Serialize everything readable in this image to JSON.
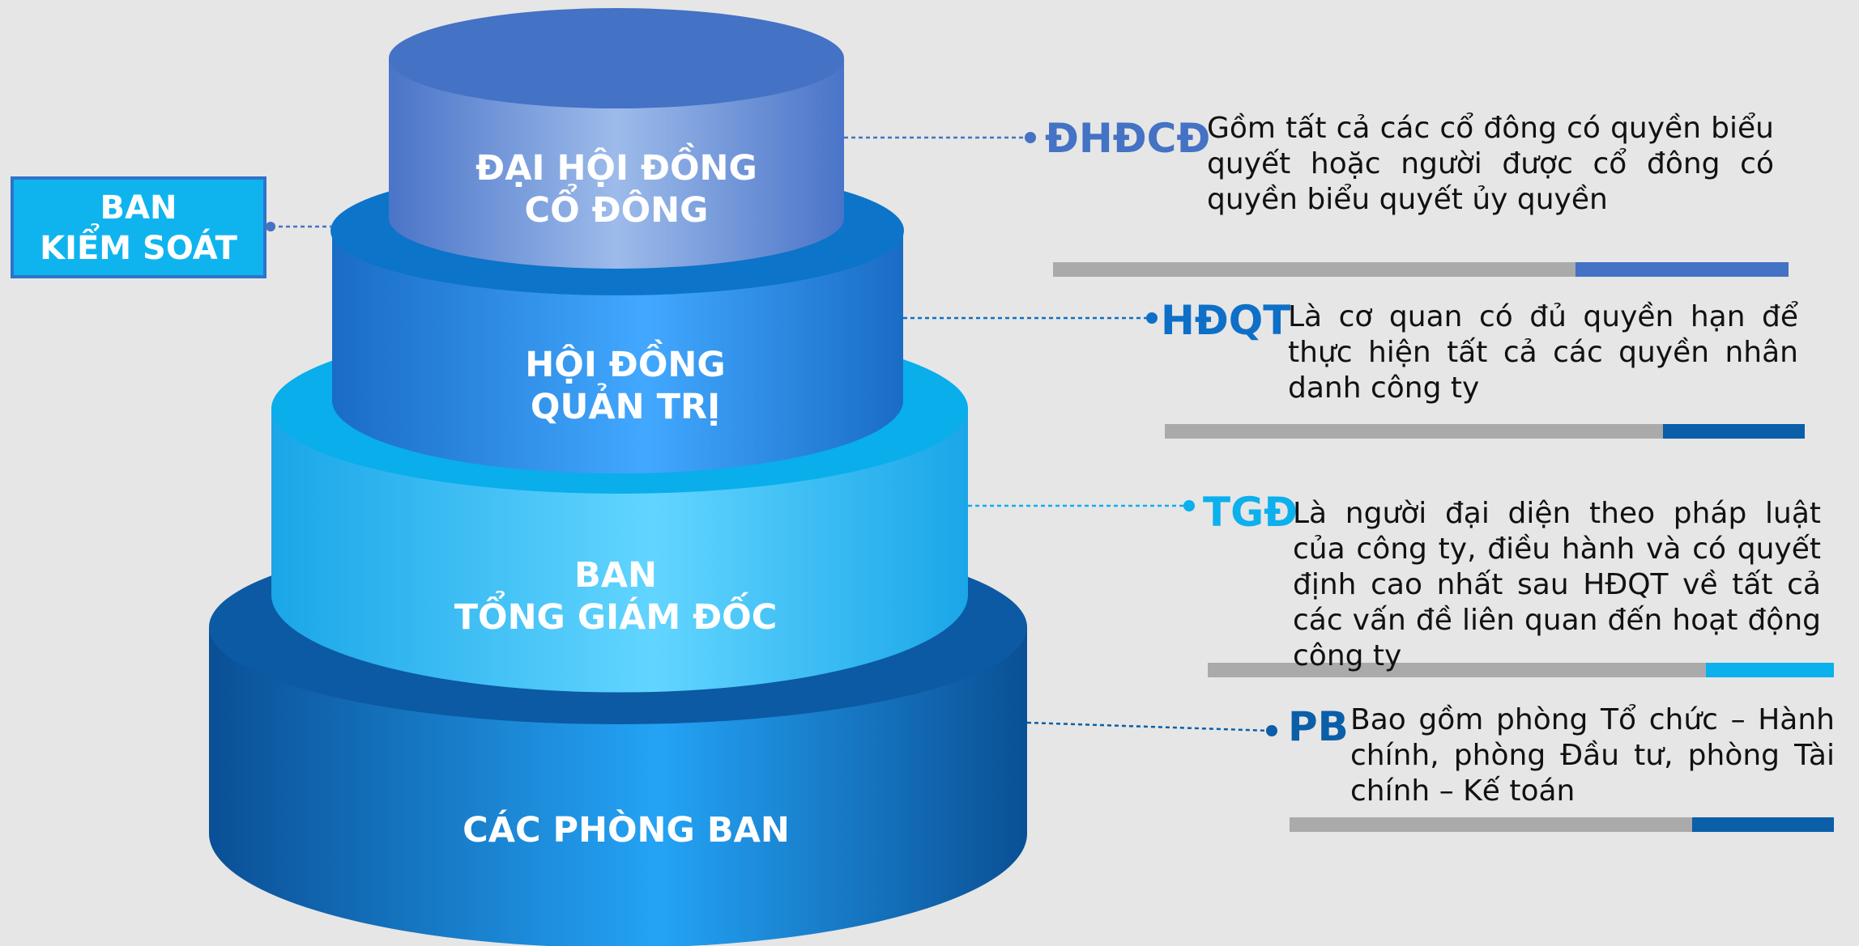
{
  "colors": {
    "background": "#e6e6e6",
    "dhdcd": "#4472c4",
    "hdqt": "#0e6fc7",
    "tgd": "#0cb0ec",
    "pb": "#0a5fa8",
    "bar_gray": "#aaaaaa",
    "ban_box": "#0fb4ef"
  },
  "tiers": {
    "dhdcd": {
      "line1": "ĐẠI HỘI ĐỒNG",
      "line2": "CỔ ĐÔNG"
    },
    "hdqt": {
      "line1": "HỘI ĐỒNG",
      "line2": "QUẢN TRỊ"
    },
    "tgd": {
      "line1": "BAN",
      "line2": "TỔNG GIÁM ĐỐC"
    },
    "pb": {
      "line1": "CÁC PHÒNG BAN"
    }
  },
  "ban_kiem_soat": {
    "line1": "BAN",
    "line2": "KIỂM SOÁT"
  },
  "descriptions": {
    "dhdcd": {
      "abbr": "ĐHĐCĐ",
      "text": "Gồm tất cả các cổ đông có quyền biểu quyết hoặc người được cổ đông có quyền biểu quyết ủy quyền"
    },
    "hdqt": {
      "abbr": "HĐQT",
      "text": "Là cơ quan có đủ quyền hạn để thực hiện tất cả các quyền nhân danh công ty"
    },
    "tgd": {
      "abbr": "TGĐ",
      "text": "Là người đại diện theo pháp luật của công ty, điều hành và có quyết định cao nhất sau HĐQT về tất cả các vấn đề liên quan đến hoạt động công ty"
    },
    "pb": {
      "abbr": "PB",
      "text": "Bao gồm phòng Tổ chức – Hành chính, phòng Đầu tư, phòng Tài chính – Kế toán"
    }
  }
}
